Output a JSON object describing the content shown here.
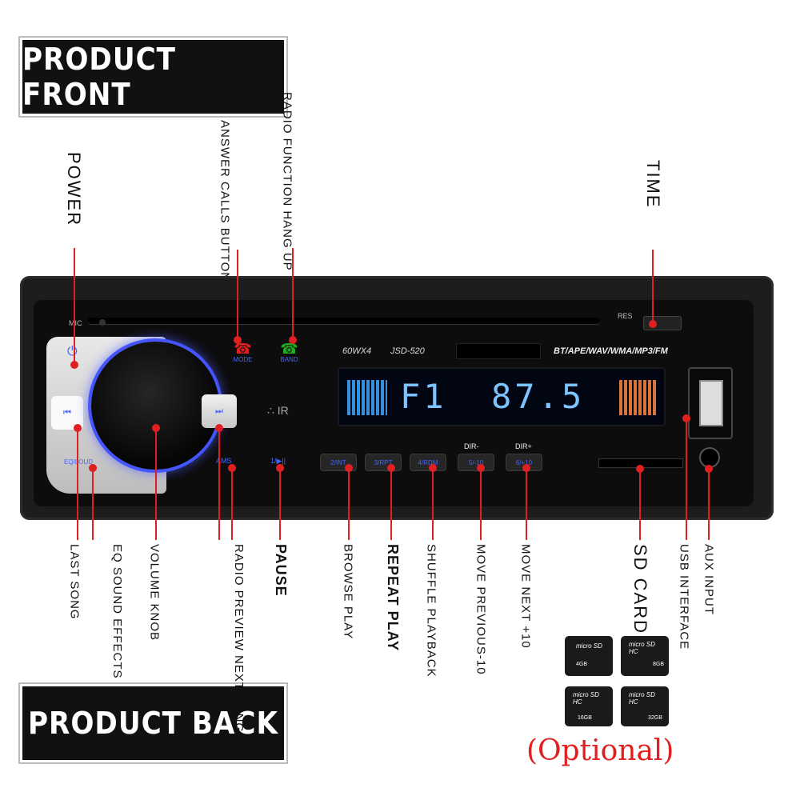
{
  "titles": {
    "front": "PRODUCT FRONT",
    "back": "PRODUCT BACK"
  },
  "top_labels": {
    "power": "POWER",
    "answer_calls": "ANSWER CALLS BUTTON",
    "radio_function": "RADIO FUNCTION HANG UP",
    "time": "TIME"
  },
  "bottom_labels": {
    "last_song": "LAST SONG",
    "eq_sound": "EQ SOUND EFFECTS",
    "volume_knob": "VOLUME KNOB",
    "radio_preview": "RADIO PREVIEW NEXT SONG",
    "pause": "PAUSE",
    "browse_play": "BROWSE PLAY",
    "repeat_play": "REPEAT PLAY",
    "shuffle_playback": "SHUFFLE PLAYBACK",
    "move_previous": "MOVE PREVIOUS-10",
    "move_next": "MOVE NEXT +10",
    "sd_card": "SD CARD",
    "usb_interface": "USB INTERFACE",
    "aux_input": "AUX INPUT"
  },
  "device": {
    "mic": "MIC",
    "res": "RES",
    "model_power": "60WX4",
    "model": "JSD-520",
    "formats": "BT/APE/WAV/WMA/MP3/FM",
    "display_band": "F1",
    "display_freq": "87.5",
    "mode": "MODE",
    "band": "BAND",
    "eq_loud": "EQ/LOUD",
    "ams": "AMS",
    "play_pause": "1/▶||",
    "btn2": "2/INT",
    "btn3": "3/RPT",
    "btn4": "4/RDM",
    "btn5": "5/-10",
    "btn6": "6/+10",
    "dir_minus": "DIR-",
    "dir_plus": "DIR+"
  },
  "sd_cards": [
    {
      "brand": "micro SD",
      "size": "4GB"
    },
    {
      "brand": "micro SD HC",
      "size": "8GB"
    },
    {
      "brand": "micro SD HC",
      "size": "16GB"
    },
    {
      "brand": "micro SD HC",
      "size": "32GB"
    }
  ],
  "optional_label": "(Optional)",
  "colors": {
    "accent_red": "#e02020",
    "knob_ring": "#4455ff",
    "display_blue": "#3fa8ff"
  }
}
